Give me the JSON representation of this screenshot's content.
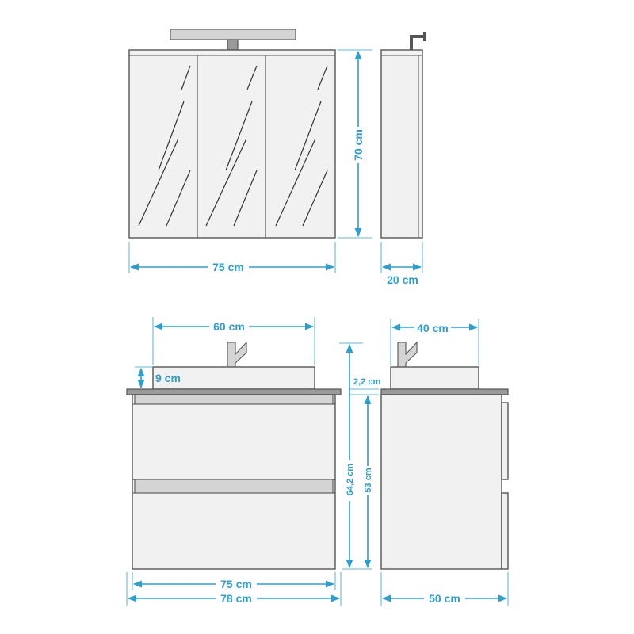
{
  "mirror_cabinet": {
    "height_label": "70 cm",
    "width_label": "75 cm",
    "depth_label": "20 cm"
  },
  "vanity": {
    "basin_width_label": "60 cm",
    "basin_height_label": "9 cm",
    "countertop_thickness_label": "2,2 cm",
    "total_height_label": "64,2 cm",
    "cabinet_height_label": "53 cm",
    "cabinet_width_label": "75 cm",
    "countertop_width_label": "78 cm",
    "basin_depth_label": "40 cm",
    "depth_label": "50 cm"
  },
  "colors": {
    "dimension": "#2a9fd0",
    "outline": "#555555",
    "fill": "#f1f1f1"
  }
}
